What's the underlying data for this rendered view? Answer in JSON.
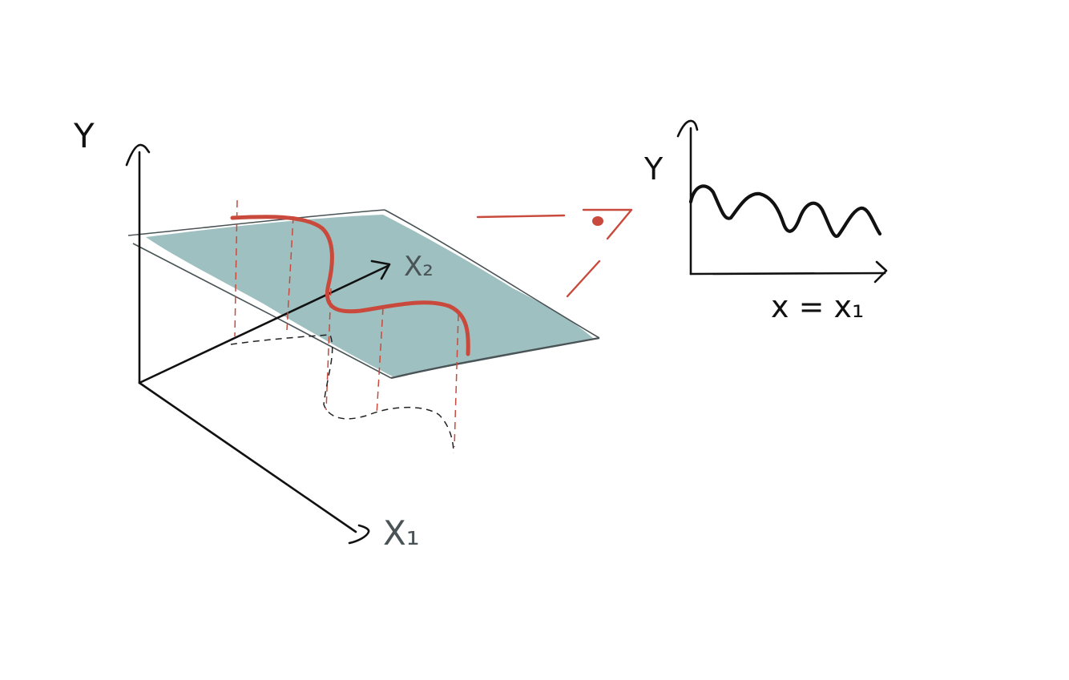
{
  "colors": {
    "ink": "#111111",
    "plane_fill": "#9fc0c0",
    "plane_edge": "#4a5356",
    "accent_red": "#c94a3c",
    "dash_black": "#222222"
  },
  "left_diagram": {
    "axis_y_label": "Y",
    "axis_x1_label": "X₁",
    "axis_x2_label": "X₂"
  },
  "right_diagram": {
    "axis_y_label": "Y",
    "axis_x_label": "x = x₁"
  },
  "icons": {
    "eye": "eye-icon"
  }
}
